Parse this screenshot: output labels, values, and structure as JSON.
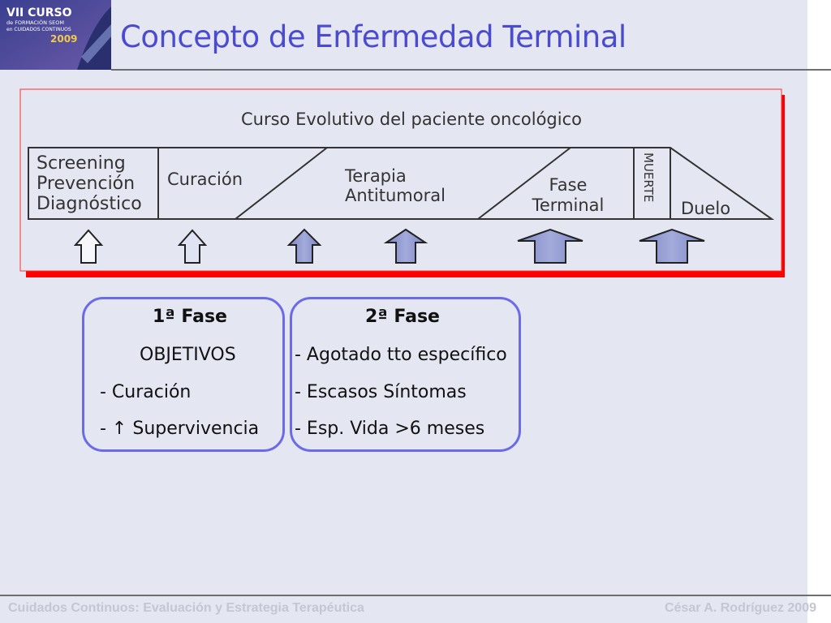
{
  "logo": {
    "line1": "VII CURSO",
    "line2": "de FORMACIÓN SEOM",
    "line3": "en CUIDADOS CONTINUOS",
    "year": "2009"
  },
  "title": "Concepto de Enfermedad Terminal",
  "diagram": {
    "heading": "Curso Evolutivo del paciente oncológico",
    "stage1": [
      "Screening",
      "Prevención",
      "Diagnóstico"
    ],
    "stage2": "Curación",
    "stage3": [
      "Terapia",
      "Antitumoral"
    ],
    "stage4": [
      "Fase",
      "Terminal"
    ],
    "death": "MUERTE",
    "mourning": "Duelo"
  },
  "phase1": {
    "title": "1ª Fase",
    "subtitle": "OBJETIVOS",
    "items": [
      "- Curación",
      "- ↑ Supervivencia"
    ]
  },
  "phase2": {
    "title": "2ª Fase",
    "items": [
      "- Agotado tto específico",
      "- Escasos Síntomas",
      "- Esp. Vida >6 meses"
    ]
  },
  "footer": {
    "left": "Cuidados Continuos: Evaluación y Estrategia Terapéutica",
    "right": "César A. Rodríguez 2009"
  },
  "colors": {
    "title": "#4b4bd0",
    "box_border": "#6b6be6",
    "diagram_shadow": "#ff0000",
    "arrow_fill": "#8a93cc"
  }
}
